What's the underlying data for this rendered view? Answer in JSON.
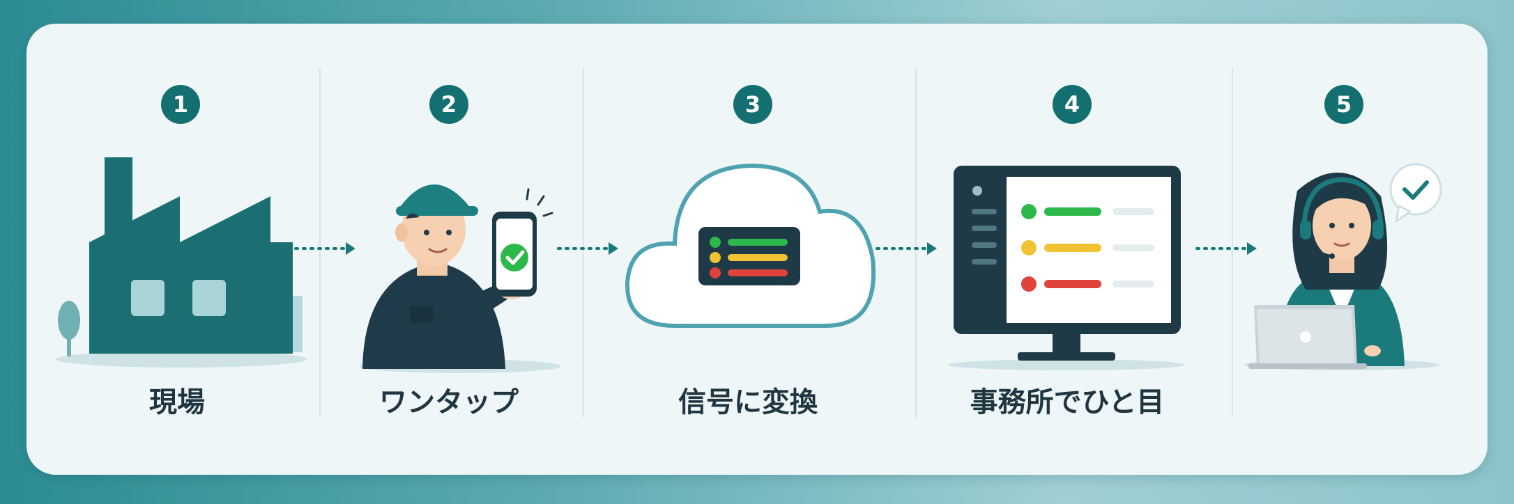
{
  "steps": [
    {
      "number": "1",
      "label": "現場"
    },
    {
      "number": "2",
      "label": "ワンタップ"
    },
    {
      "number": "3",
      "label": "信号に変換"
    },
    {
      "number": "4",
      "label": "事務所でひと目"
    },
    {
      "number": "5",
      "label": ""
    }
  ],
  "icons": [
    "factory-icon",
    "worker-phone-icon",
    "cloud-signal-icon",
    "office-monitor-icon",
    "operator-headset-icon"
  ],
  "colors": {
    "teal_dark": "#146f70",
    "navy": "#1e3a46",
    "status_green": "#2db84c",
    "status_yellow": "#f1c232",
    "status_red": "#e0433b"
  }
}
